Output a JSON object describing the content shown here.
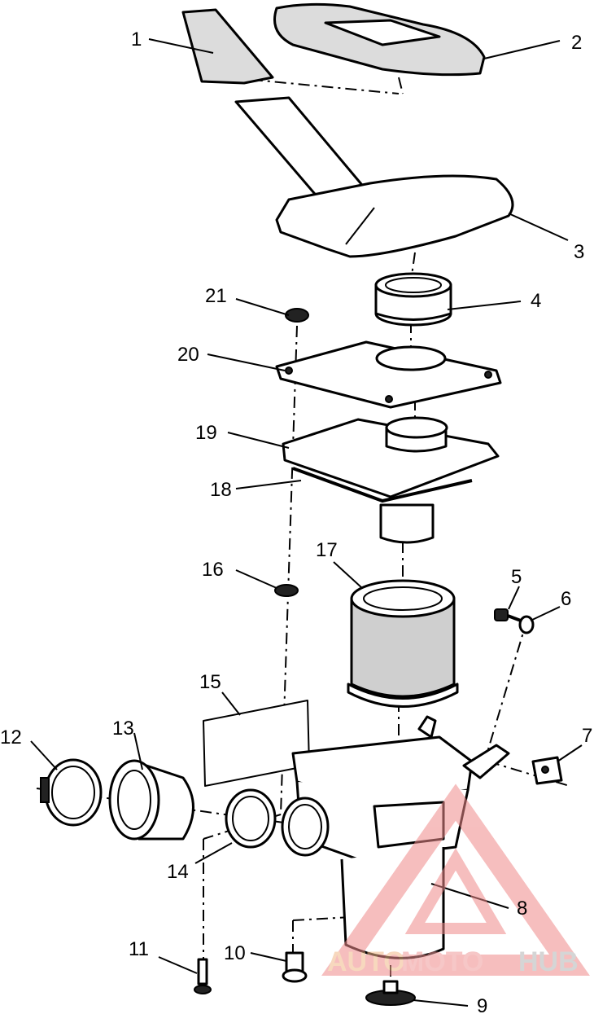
{
  "callouts": [
    {
      "id": "1",
      "text": "1"
    },
    {
      "id": "2",
      "text": "2"
    },
    {
      "id": "3",
      "text": "3"
    },
    {
      "id": "4",
      "text": "4"
    },
    {
      "id": "5",
      "text": "5"
    },
    {
      "id": "6",
      "text": "6"
    },
    {
      "id": "7",
      "text": "7"
    },
    {
      "id": "8",
      "text": "8"
    },
    {
      "id": "9",
      "text": "9"
    },
    {
      "id": "10",
      "text": "10"
    },
    {
      "id": "11",
      "text": "11"
    },
    {
      "id": "12",
      "text": "12"
    },
    {
      "id": "13",
      "text": "13"
    },
    {
      "id": "14",
      "text": "14"
    },
    {
      "id": "15",
      "text": "15"
    },
    {
      "id": "16",
      "text": "16"
    },
    {
      "id": "17",
      "text": "17"
    },
    {
      "id": "18",
      "text": "18"
    },
    {
      "id": "19",
      "text": "19"
    },
    {
      "id": "20",
      "text": "20"
    },
    {
      "id": "21",
      "text": "21"
    }
  ],
  "watermark": {
    "part1": "AUTO",
    "part2": "MOTO",
    "part3": "HUB",
    "colors": {
      "auto": "#f2b98a",
      "moto": "#ef9a9a",
      "hub": "#b3b3b3",
      "triangle": "#ef8a8a"
    }
  }
}
